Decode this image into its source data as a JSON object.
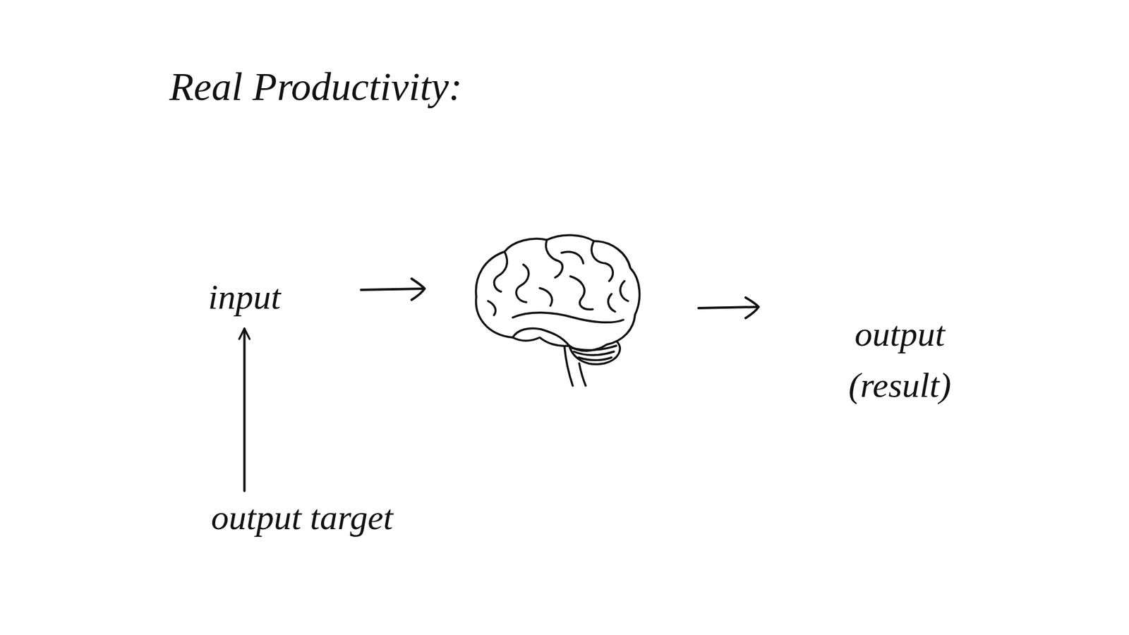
{
  "diagram": {
    "title": "Real Productivity:",
    "nodes": [
      {
        "text": [
          "input"
        ]
      },
      {
        "text": [
          "output (result)"
        ]
      },
      {
        "text": [
          "output target"
        ]
      }
    ],
    "edges": [
      {
        "from": 2,
        "to": 0,
        "arrow": "to"
      }
    ]
  }
}
